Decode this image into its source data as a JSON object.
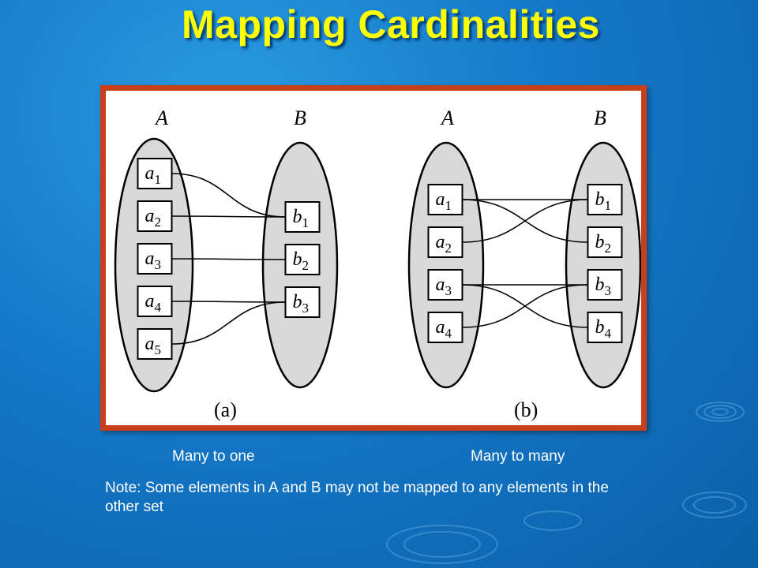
{
  "slide": {
    "title": "Mapping Cardinalities",
    "caption_left": "Many to one",
    "caption_right": "Many to many",
    "note": "Note: Some elements in A and B may not be mapped to any elements in the other set"
  },
  "diagram_a": {
    "set_a_label": "A",
    "set_b_label": "B",
    "label": "(a)",
    "a_items": [
      {
        "base": "a",
        "sub": "1"
      },
      {
        "base": "a",
        "sub": "2"
      },
      {
        "base": "a",
        "sub": "3"
      },
      {
        "base": "a",
        "sub": "4"
      },
      {
        "base": "a",
        "sub": "5"
      }
    ],
    "b_items": [
      {
        "base": "b",
        "sub": "1"
      },
      {
        "base": "b",
        "sub": "2"
      },
      {
        "base": "b",
        "sub": "3"
      }
    ],
    "mappings": [
      [
        0,
        0
      ],
      [
        1,
        0
      ],
      [
        2,
        1
      ],
      [
        3,
        2
      ],
      [
        4,
        2
      ]
    ]
  },
  "diagram_b": {
    "set_a_label": "A",
    "set_b_label": "B",
    "label": "(b)",
    "a_items": [
      {
        "base": "a",
        "sub": "1"
      },
      {
        "base": "a",
        "sub": "2"
      },
      {
        "base": "a",
        "sub": "3"
      },
      {
        "base": "a",
        "sub": "4"
      }
    ],
    "b_items": [
      {
        "base": "b",
        "sub": "1"
      },
      {
        "base": "b",
        "sub": "2"
      },
      {
        "base": "b",
        "sub": "3"
      },
      {
        "base": "b",
        "sub": "4"
      }
    ],
    "mappings": [
      [
        0,
        0
      ],
      [
        0,
        1
      ],
      [
        1,
        0
      ],
      [
        2,
        2
      ],
      [
        2,
        3
      ],
      [
        3,
        2
      ]
    ]
  },
  "colors": {
    "title": "#ffff00",
    "panel_border": "#c8401a",
    "ellipse_fill": "#d9d9d9",
    "caption_text": "#ffffff"
  }
}
